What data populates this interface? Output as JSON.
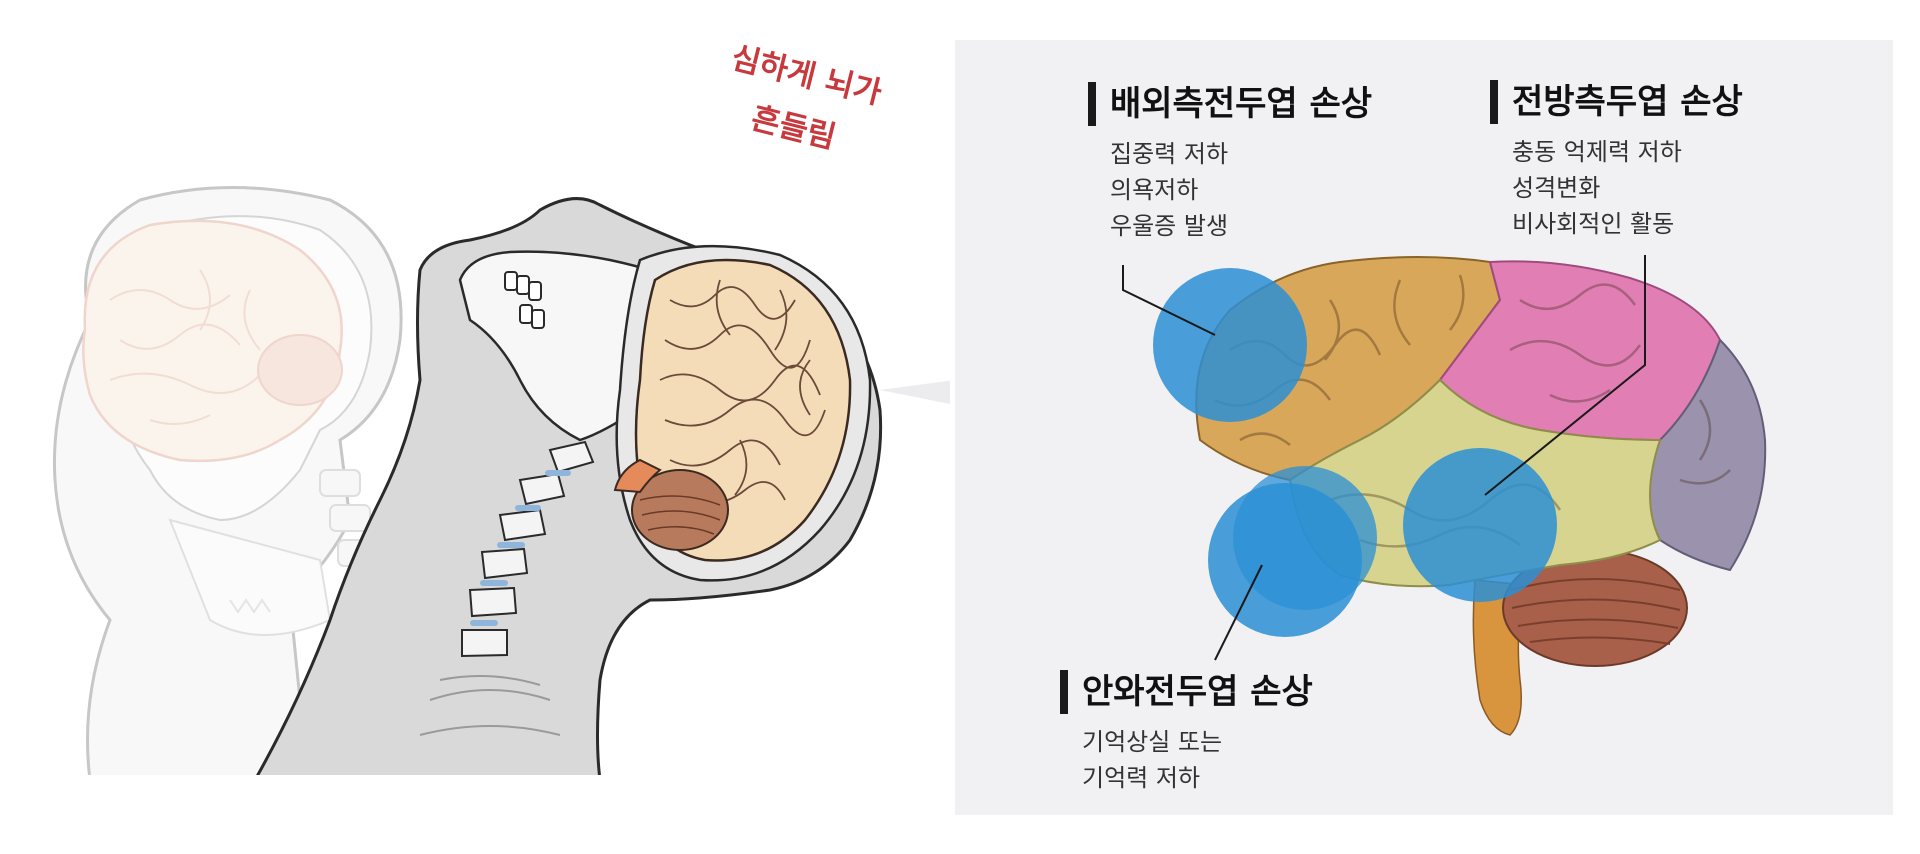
{
  "exclamation": {
    "line1": "심하게 뇌가",
    "line2": "흔들림"
  },
  "regions": {
    "dorsolateral": {
      "title": "배외측전두엽 손상",
      "items": [
        "집중력 저하",
        "의욕저하",
        "우울증 발생"
      ],
      "marker_color": "#2b8fd4"
    },
    "anterior_lateral": {
      "title": "전방측두엽 손상",
      "items": [
        "충동 억제력 저하",
        "성격변화",
        "비사회적인 활동"
      ],
      "marker_color": "#2b8fd4"
    },
    "orbitofrontal": {
      "title": "안와전두엽 손상",
      "items": [
        "기억상실 또는",
        "기억력 저하"
      ],
      "marker_color": "#2b8fd4"
    }
  },
  "colors": {
    "frontal_lobe": "#d9a75a",
    "parietal_lobe": "#e17fb5",
    "temporal_lobe": "#d6d48e",
    "occipital_lobe": "#9b93ad",
    "cerebellum": "#a8604a",
    "brainstem": "#d9943e",
    "highlight": "#2b8fd4",
    "exclamation_text": "#c8393d",
    "panel_bg": "#f1f1f3"
  }
}
